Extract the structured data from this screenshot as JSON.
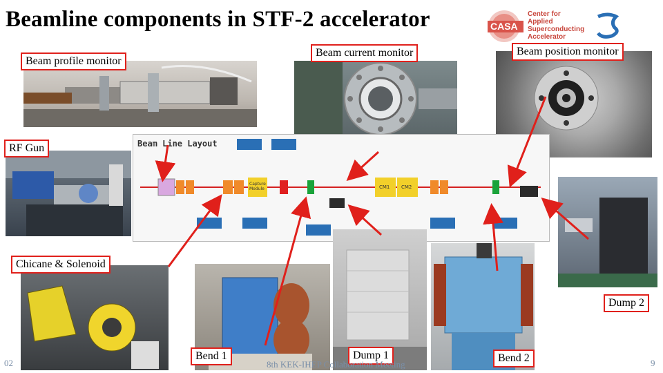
{
  "slide": {
    "title": "Beamline components in STF-2 accelerator",
    "page_number": "9",
    "date_fragment": "02",
    "footer_text": "8th KEK-IHEP Collaboration Meeting"
  },
  "logo": {
    "casa": "CASA",
    "center_line1": "Center for",
    "center_line2": "Applied",
    "center_line3": "Superconducting",
    "center_line4": "Accelerator"
  },
  "labels": {
    "profile": "Beam profile monitor",
    "current": "Beam current monitor",
    "position": "Beam position monitor",
    "rfgun": "RF Gun",
    "chicane": "Chicane & Solenoid",
    "dump2": "Dump 2",
    "bend1": "Bend 1",
    "dump1": "Dump 1",
    "bend2": "Bend 2"
  },
  "beamline": {
    "title": "Beam Line Layout",
    "capture": "Capture Module",
    "cm1": "CM1",
    "cm2": "CM2"
  },
  "colors": {
    "label_border": "#e0201b",
    "arrow": "#e0201b",
    "footer": "#7a8fa8",
    "accent_blue": "#2a6fb5",
    "cm_yellow": "#f2d02a"
  }
}
